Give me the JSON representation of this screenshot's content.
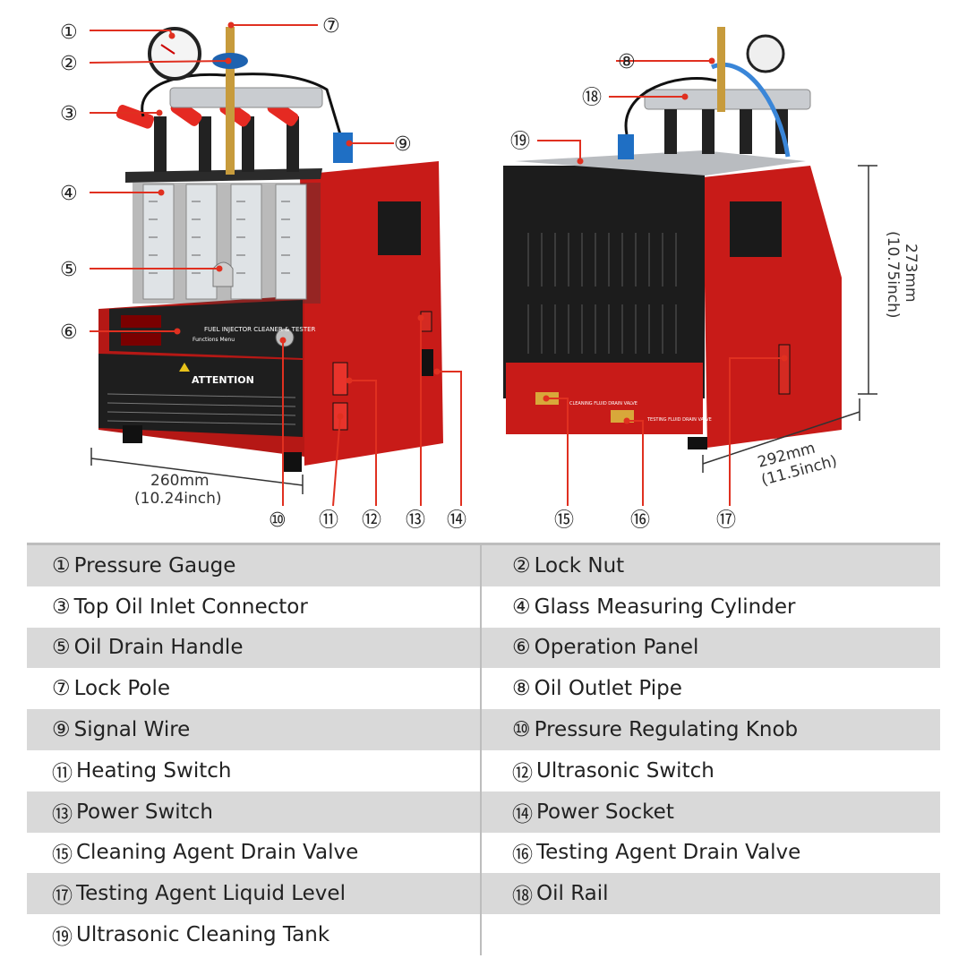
{
  "callout_numbers": [
    "①",
    "②",
    "③",
    "④",
    "⑤",
    "⑥",
    "⑦",
    "⑧",
    "⑨",
    "⑩",
    "⑪",
    "⑫",
    "⑬",
    "⑭",
    "⑮",
    "⑯",
    "⑰",
    "⑱",
    "⑲"
  ],
  "front_view": {
    "width_label": "260mm",
    "width_label_inch": "(10.24inch)",
    "panel_title": "FUEL INJECTOR CLEANER & TESTER",
    "attention_label": "ATTENTION",
    "functions_menu": "Functions Menu"
  },
  "back_view": {
    "depth_label": "292mm",
    "depth_label_inch": "(11.5inch)",
    "height_label": "273mm",
    "height_label_inch": "(10.75inch)",
    "valve_label_left": "CLEANING FLUID DRAIN VALVE",
    "valve_label_right": "TESTING FLUID DRAIN VALVE"
  },
  "legend": [
    {
      "left": {
        "num": "①",
        "text": "Pressure Gauge"
      },
      "right": {
        "num": "②",
        "text": "Lock Nut"
      }
    },
    {
      "left": {
        "num": "③",
        "text": "Top Oil Inlet Connector"
      },
      "right": {
        "num": "④",
        "text": "Glass Measuring Cylinder"
      }
    },
    {
      "left": {
        "num": "⑤",
        "text": "Oil Drain Handle"
      },
      "right": {
        "num": "⑥",
        "text": "Operation Panel"
      }
    },
    {
      "left": {
        "num": "⑦",
        "text": "Lock Pole"
      },
      "right": {
        "num": "⑧",
        "text": "Oil Outlet Pipe"
      }
    },
    {
      "left": {
        "num": "⑨",
        "text": "Signal Wire"
      },
      "right": {
        "num": "⑩",
        "text": "Pressure Regulating Knob"
      }
    },
    {
      "left": {
        "num": "⑪",
        "text": "Heating Switch"
      },
      "right": {
        "num": "⑫",
        "text": "Ultrasonic Switch"
      }
    },
    {
      "left": {
        "num": "⑬",
        "text": "Power Switch"
      },
      "right": {
        "num": "⑭",
        "text": "Power Socket"
      }
    },
    {
      "left": {
        "num": "⑮",
        "text": "Cleaning Agent Drain Valve"
      },
      "right": {
        "num": "⑯",
        "text": "Testing Agent Drain Valve"
      }
    },
    {
      "left": {
        "num": "⑰",
        "text": "Testing Agent Liquid Level"
      },
      "right": {
        "num": "⑱",
        "text": "Oil Rail"
      }
    },
    {
      "left": {
        "num": "⑲",
        "text": "Ultrasonic Cleaning Tank"
      },
      "right": {
        "num": "",
        "text": ""
      }
    }
  ],
  "colors": {
    "machine_red": "#d8221e",
    "machine_dark": "#1e1e1e",
    "callout_line": "#e03020",
    "row_shade": "#d9d9d9"
  }
}
